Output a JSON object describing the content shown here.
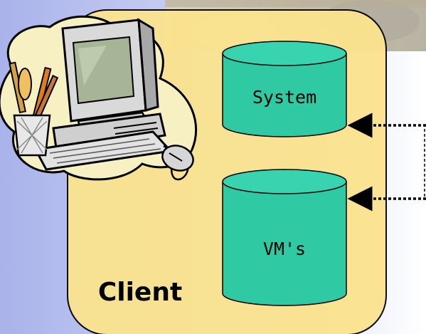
{
  "client_box": {
    "label": "Client"
  },
  "disks": [
    {
      "id": "system",
      "label": "System"
    },
    {
      "id": "vms",
      "label": "VM's"
    }
  ],
  "colors": {
    "client_fill": "#fbe38e",
    "disk_fill": "#2fc9a4",
    "disk_top": "#38d4b0",
    "outline": "#000000",
    "background_left": "#a9b3ea",
    "background_right": "#ffffff"
  },
  "icons": [
    "computer-clipart-icon",
    "pencil-cup-icon",
    "mouse-icon",
    "photo-strip"
  ]
}
